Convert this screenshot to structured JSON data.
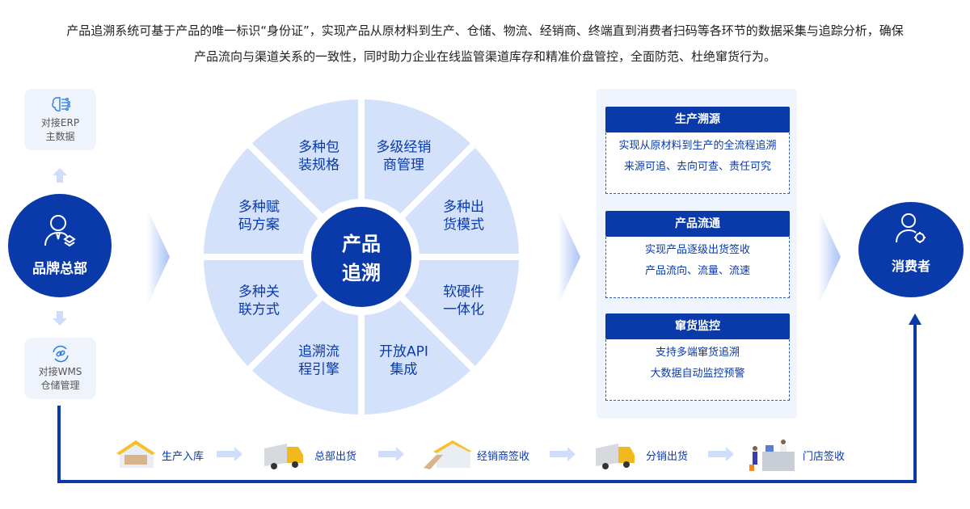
{
  "intro": {
    "line1": "产品追溯系统可基于产品的唯一标识“身份证”，实现产品从原材料到生产、仓储、物流、经销商、终端直到消费者扫码等各环节的数据采集与追踪分析，确保",
    "line2": "产品流向与渠道关系的一致性，同时助力企业在线监管渠道库存和精准价盘管控，全面防范、杜绝窜货行为。"
  },
  "left": {
    "erp": {
      "line1": "对接ERP",
      "line2": "主数据"
    },
    "brand": "品牌总部",
    "wms": {
      "line1": "对接WMS",
      "line2": "仓储管理"
    }
  },
  "wheel": {
    "center": {
      "line1": "产品",
      "line2": "追溯"
    },
    "segments": [
      {
        "line1": "多级经销",
        "line2": "商管理"
      },
      {
        "line1": "多种出",
        "line2": "货模式"
      },
      {
        "line1": "软硬件",
        "line2": "一体化"
      },
      {
        "line1": "开放API",
        "line2": "集成"
      },
      {
        "line1": "追溯流",
        "line2": "程引擎"
      },
      {
        "line1": "多种关",
        "line2": "联方式"
      },
      {
        "line1": "多种赋",
        "line2": "码方案"
      },
      {
        "line1": "多种包",
        "line2": "装规格"
      }
    ]
  },
  "panel": {
    "sections": [
      {
        "title": "生产溯源",
        "lines": [
          "实现从原材料到生产的全流程追溯",
          "来源可追、去向可查、责任可究"
        ]
      },
      {
        "title": "产品流通",
        "lines": [
          "实现产品逐级出货签收",
          "产品流向、流量、流速"
        ]
      },
      {
        "title": "窜货监控",
        "lines": [
          "支持多端窜货追溯",
          "大数据自动监控预警"
        ]
      }
    ]
  },
  "consumer": "消费者",
  "flow": [
    "生产入库",
    "总部出货",
    "经销商签收",
    "分销出货",
    "门店签收"
  ],
  "colors": {
    "primary": "#0a3aaa",
    "segment": "#d3e1fb",
    "panel": "#f0f5fd"
  }
}
